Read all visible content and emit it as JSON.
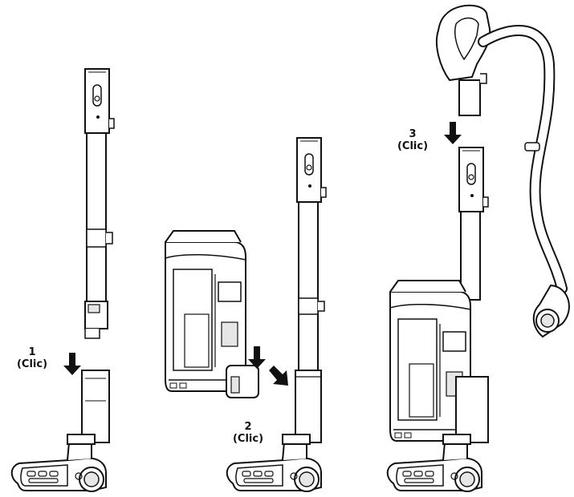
{
  "steps": [
    {
      "number": "1",
      "action": "(Clic)"
    },
    {
      "number": "2",
      "action": "(Clic)"
    },
    {
      "number": "3",
      "action": "(Clic)"
    }
  ],
  "colors": {
    "stroke": "#111111",
    "fill": "#ffffff",
    "shade": "#e6e6e6",
    "arrow": "#111111"
  }
}
